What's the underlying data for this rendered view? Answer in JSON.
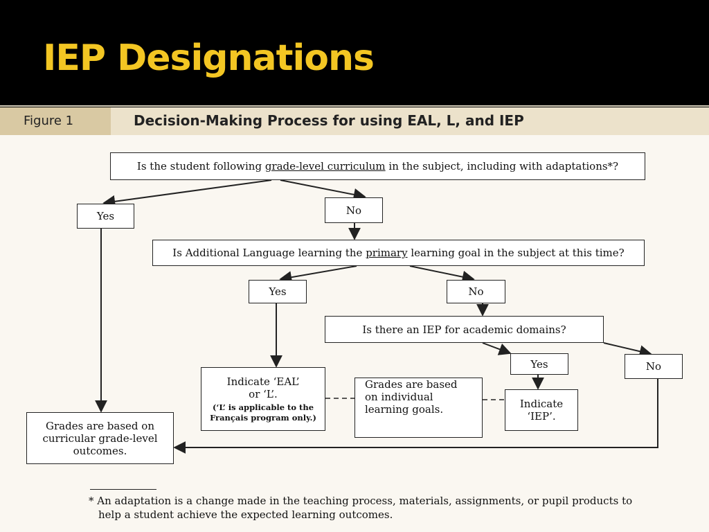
{
  "slide": {
    "title": "IEP Designations"
  },
  "figure": {
    "label": "Figure 1",
    "caption": "Decision-Making Process for using EAL, L, and IEP"
  },
  "flowchart": {
    "q1": {
      "pre": "Is the student following ",
      "emph": "grade-level curriculum",
      "post": " in the subject, including with adaptations*?"
    },
    "q1_yes": "Yes",
    "q1_no": "No",
    "q2": {
      "pre": "Is Additional Language learning the ",
      "emph": "primary",
      "post": " learning goal in the subject at this time?"
    },
    "q2_yes": "Yes",
    "q2_no": "No",
    "q3": "Is there an IEP for academic domains?",
    "q3_yes": "Yes",
    "q3_no": "No",
    "eal": {
      "line1": "Indicate ‘EAL’",
      "line2": "or ‘L’.",
      "note1": "(‘L’ is applicable to the",
      "note2": "Français program only.)"
    },
    "individual": {
      "line1": "Grades are based",
      "line2": "on individual",
      "line3": "learning goals."
    },
    "iep": {
      "line1": "Indicate",
      "line2": "‘IEP’."
    },
    "curricular": {
      "line1": "Grades are based on",
      "line2": "curricular grade-level",
      "line3": "outcomes."
    }
  },
  "footnote": {
    "line1": "* An adaptation is a change made in the teaching process, materials, assignments, or pupil products to",
    "line2": "help a student achieve the expected learning outcomes."
  },
  "colors": {
    "title": "#f3c623",
    "header_bg": "#ece2cb",
    "label_bg": "#d9c9a3",
    "figure_bg": "#faf7f1"
  }
}
